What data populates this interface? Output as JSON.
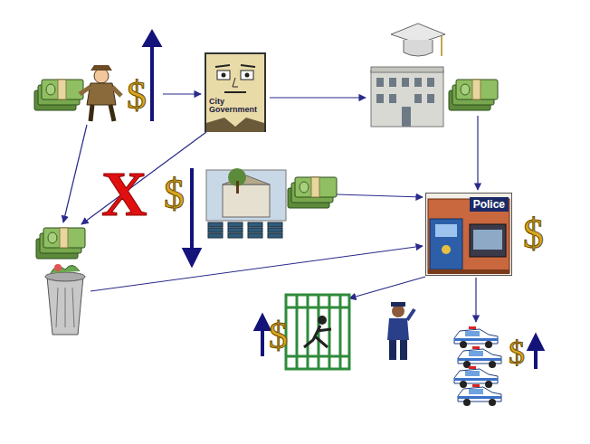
{
  "diagram": {
    "nodes": [
      {
        "text": [
          "City Government"
        ]
      },
      {
        "text": [
          "Police"
        ]
      }
    ],
    "labels": [
      "$",
      "X",
      "$",
      "$",
      "$",
      "$"
    ]
  }
}
